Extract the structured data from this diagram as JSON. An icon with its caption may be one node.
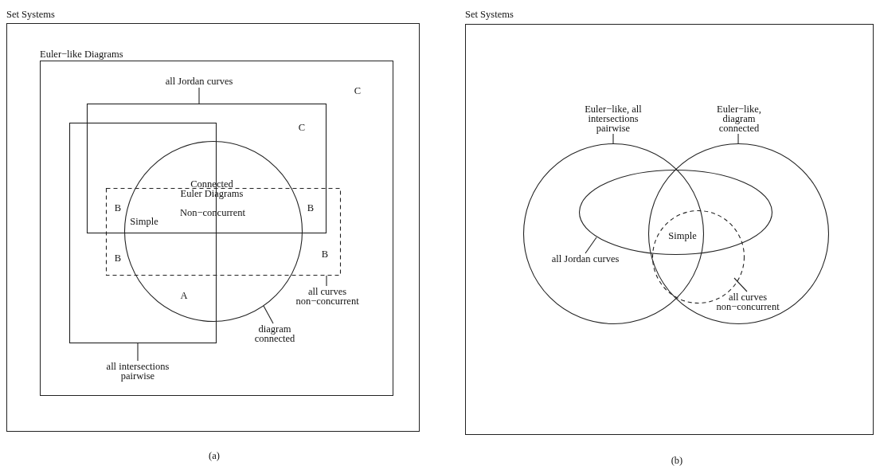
{
  "diagram": {
    "nodes": [
      {
        "text": [
          "Set Systems"
        ]
      },
      {
        "text": [
          "Euler−like Diagrams"
        ],
        "in": 0
      },
      {
        "text": [
          "all Jordan curves"
        ],
        "in": 1
      },
      {
        "text": [],
        "shape": "box",
        "in": 1
      },
      {
        "text": [],
        "shape": "box",
        "in": 1
      },
      {
        "text": [],
        "shape": "circle",
        "in": 1
      },
      {
        "text": [],
        "shape": "box",
        "in": 1
      },
      {
        "text": [
          "all curves non−concurrent"
        ],
        "in": 1
      },
      {
        "text": [
          "diagram connected"
        ],
        "in": 1
      },
      {
        "text": [
          "all intersections pairwise"
        ],
        "in": 1
      },
      {
        "text": [
          "Set Systems"
        ]
      },
      {
        "text": [
          "Euler−like, all intersections pairwise"
        ],
        "in": 10
      },
      {
        "text": [
          "Euler−like, diagram connected"
        ],
        "in": 10
      },
      {
        "text": [],
        "shape": "circle",
        "in": 10
      },
      {
        "text": [],
        "shape": "circle",
        "in": 10
      },
      {
        "text": [],
        "shape": "ellipse",
        "in": 10
      },
      {
        "text": [],
        "shape": "circle",
        "in": 14
      },
      {
        "text": [
          "all Jordan curves"
        ],
        "in": 13
      },
      {
        "text": [
          "all curves non−concurrent"
        ],
        "in": 14
      }
    ],
    "edges": [
      {
        "from": 2,
        "to": 3,
        "arrow": "none"
      },
      {
        "from": 7,
        "to": 6,
        "arrow": "none"
      },
      {
        "from": 8,
        "to": 5,
        "arrow": "none"
      },
      {
        "from": 9,
        "to": 4,
        "arrow": "none"
      },
      {
        "from": 11,
        "to": 13,
        "arrow": "none"
      },
      {
        "from": 12,
        "to": 14,
        "arrow": "none"
      },
      {
        "from": 17,
        "to": 15,
        "arrow": "none"
      },
      {
        "from": 18,
        "to": 16,
        "arrow": "none"
      }
    ],
    "labels": [
      "C",
      "C",
      "Connected Euler Diagrams",
      "Non−concurrent",
      "B",
      "Simple",
      "B",
      "B",
      "B",
      "A",
      "(a)",
      "Simple",
      "(b)"
    ]
  }
}
